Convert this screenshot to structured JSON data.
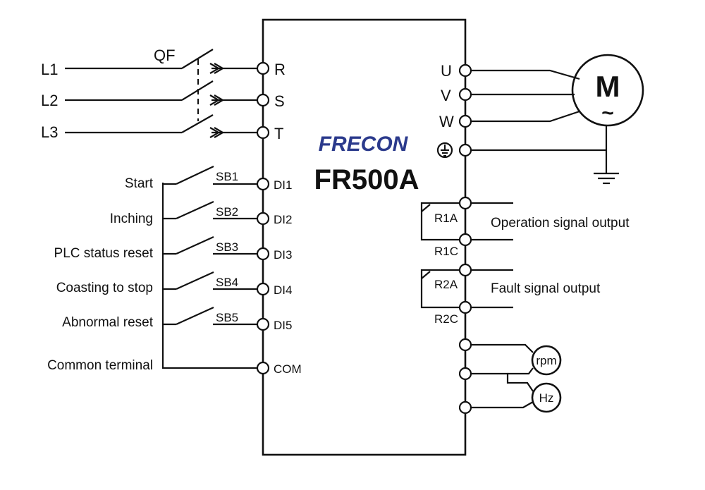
{
  "brand": {
    "logo": "FRECON",
    "logo_color": "#2b3a8c",
    "model": "FR500A"
  },
  "power": {
    "breaker": "QF",
    "lines": [
      "L1",
      "L2",
      "L3"
    ],
    "terminals": [
      "R",
      "S",
      "T"
    ]
  },
  "motor": {
    "terminals": [
      "U",
      "V",
      "W"
    ],
    "symbol": "M",
    "ac_symbol": "~"
  },
  "digital_inputs": [
    {
      "label": "Start",
      "switch": "SB1",
      "terminal": "DI1"
    },
    {
      "label": "Inching",
      "switch": "SB2",
      "terminal": "DI2"
    },
    {
      "label": "PLC status reset",
      "switch": "SB3",
      "terminal": "DI3"
    },
    {
      "label": "Coasting to stop",
      "switch": "SB4",
      "terminal": "DI4"
    },
    {
      "label": "Abnormal reset",
      "switch": "SB5",
      "terminal": "DI5"
    }
  ],
  "common": {
    "label": "Common terminal",
    "terminal": "COM"
  },
  "relays": [
    {
      "contact": "R1A",
      "common": "R1C",
      "label": "Operation signal output"
    },
    {
      "contact": "R2A",
      "common": "R2C",
      "label": "Fault signal output"
    }
  ],
  "meters": [
    "rpm",
    "Hz"
  ]
}
